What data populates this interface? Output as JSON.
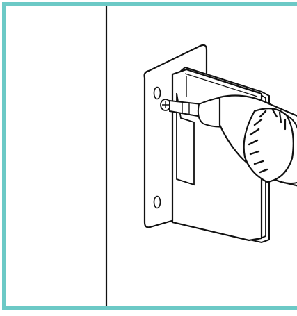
{
  "figure": {
    "frame_color": "#6cc9c6",
    "line_color": "#111111",
    "fill_color": "#ffffff",
    "parts": {
      "wall": "wall-corner",
      "mounting_plate": "hinge-mounting-plate",
      "clamp": "glass-clamp-body",
      "screw": "phillips-screw",
      "tool": "power-screwdriver"
    }
  }
}
